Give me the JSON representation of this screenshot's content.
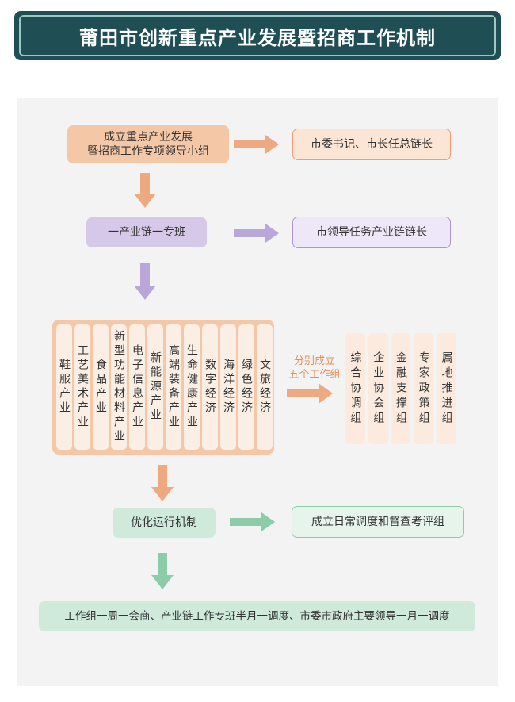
{
  "title": "莆田市创新重点产业发展暨招商工作机制",
  "step1": {
    "label_line1": "成立重点产业发展",
    "label_line2": "暨招商工作专项领导小组",
    "result": "市委书记、市长任总链长"
  },
  "step2": {
    "label": "一产业链一专班",
    "result": "市领导任务产业链链长"
  },
  "industries": [
    "鞋服产业",
    "工艺美术产业",
    "食品产业",
    "新型功能材料产业",
    "电子信息产业",
    "新能源产业",
    "高端装备产业",
    "生命健康产业",
    "数字经济",
    "海洋经济",
    "绿色经济",
    "文旅经济"
  ],
  "split_note": {
    "line1": "分别成立",
    "line2": "五个工作组"
  },
  "groups": [
    "综合协调组",
    "企业协会组",
    "金融支撑组",
    "专家政策组",
    "属地推进组"
  ],
  "step4": {
    "label": "优化运行机制",
    "result": "成立日常调度和督查考评组"
  },
  "step5": {
    "label": "工作组一周一会商、产业链工作专班半月一调度、市委市政府主要领导一月一调度"
  },
  "colors": {
    "title_bg": "#1f4f55",
    "orange": "#f4c7a7",
    "purple": "#d6c8e8",
    "green": "#cfeadb"
  }
}
